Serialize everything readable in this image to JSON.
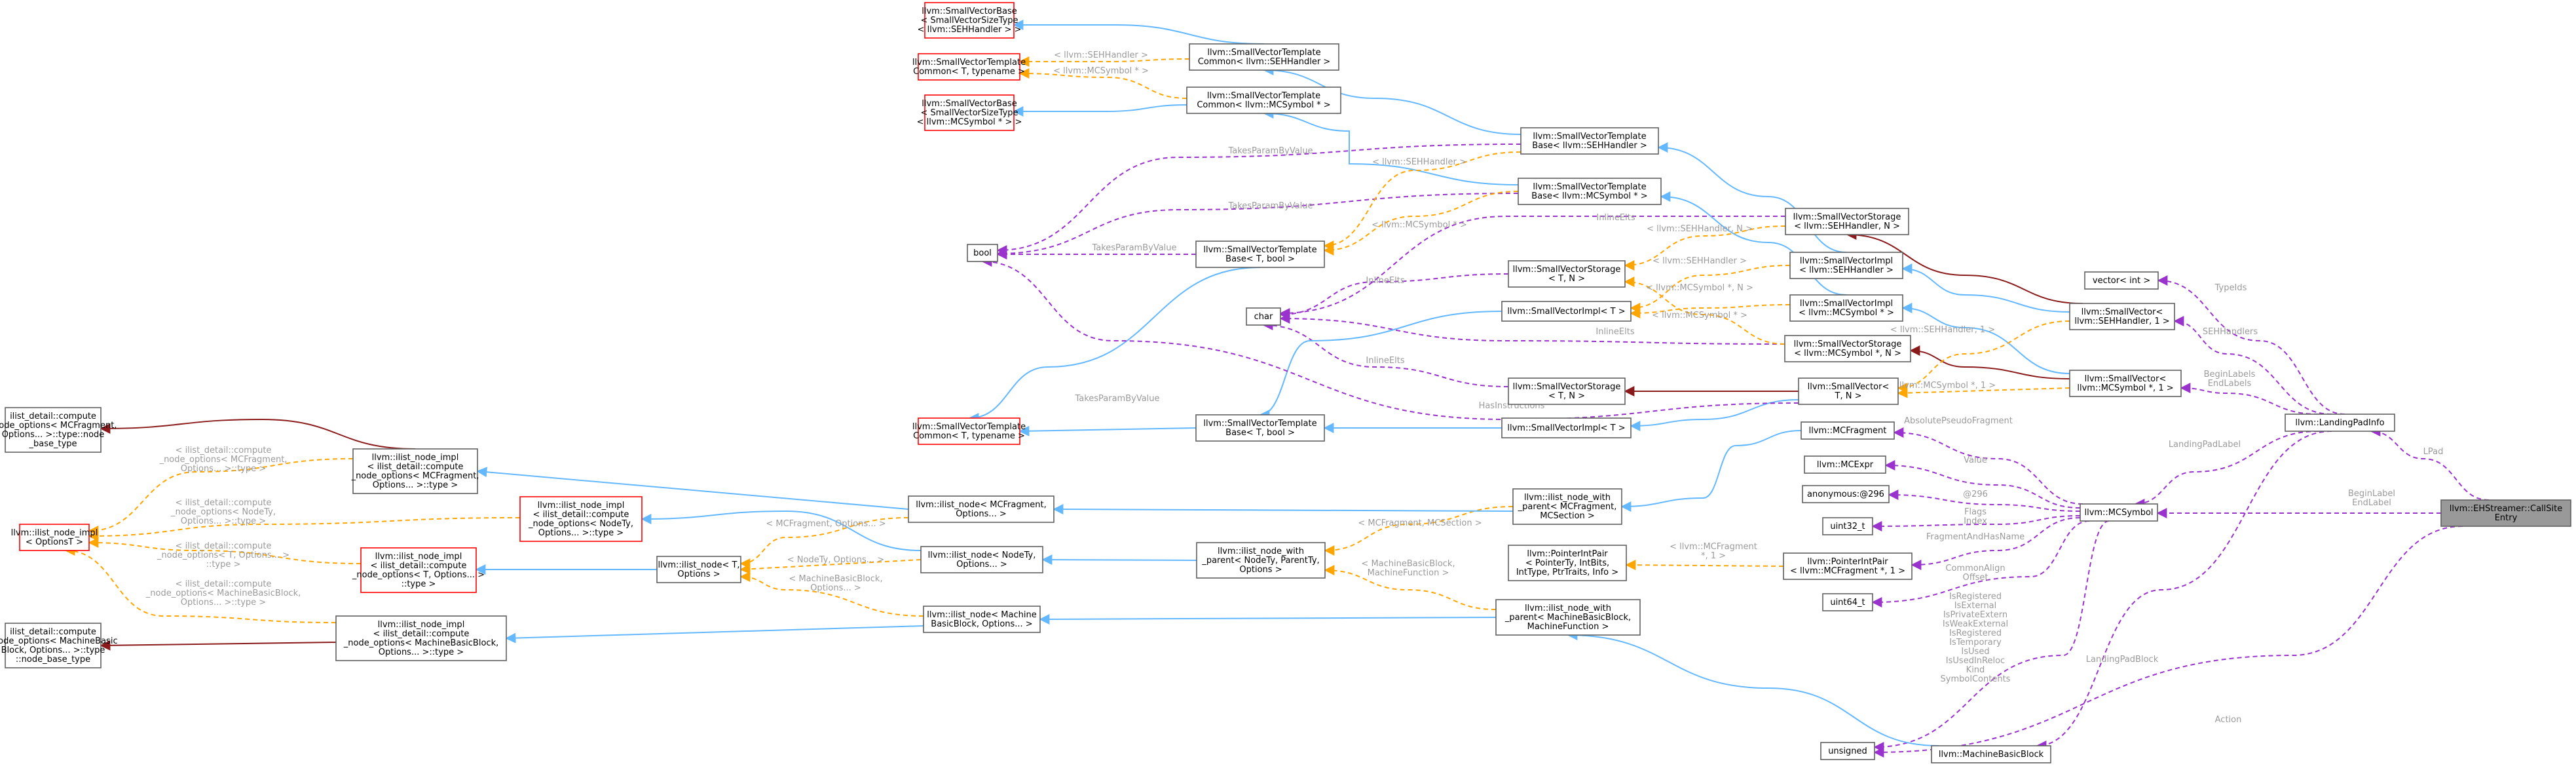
{
  "diagram": {
    "nodes": [
      {
        "id": "sv_base_seh",
        "lines": [
          "llvm::SmallVectorBase",
          "< SmallVectorSizeType",
          "< llvm::SEHHandler > >"
        ],
        "red": true
      },
      {
        "id": "sv_tcb_tmpl",
        "lines": [
          "llvm::SmallVectorTemplate",
          "Common< T, typename >"
        ],
        "red": true
      },
      {
        "id": "sv_base_mcsym",
        "lines": [
          "llvm::SmallVectorBase",
          "< SmallVectorSizeType",
          "< llvm::MCSymbol * > >"
        ],
        "red": true
      },
      {
        "id": "sv_tc_seh",
        "lines": [
          "llvm::SmallVectorTemplate",
          "Common< llvm::SEHHandler >"
        ]
      },
      {
        "id": "sv_tc_mcsym",
        "lines": [
          "llvm::SmallVectorTemplate",
          "Common< llvm::MCSymbol * >"
        ]
      },
      {
        "id": "sv_tb_seh",
        "lines": [
          "llvm::SmallVectorTemplate",
          "Base< llvm::SEHHandler >"
        ]
      },
      {
        "id": "sv_tb_mcsym",
        "lines": [
          "llvm::SmallVectorTemplate",
          "Base< llvm::MCSymbol * >"
        ]
      },
      {
        "id": "bool",
        "lines": [
          "bool"
        ]
      },
      {
        "id": "sv_tb_tbool1",
        "lines": [
          "llvm::SmallVectorTemplate",
          "Base< T, bool >"
        ]
      },
      {
        "id": "char",
        "lines": [
          "char"
        ]
      },
      {
        "id": "svs_tn1",
        "lines": [
          "llvm::SmallVectorStorage",
          "< T, N >"
        ]
      },
      {
        "id": "svi_t1",
        "lines": [
          "llvm::SmallVectorImpl< T >"
        ]
      },
      {
        "id": "svs_seh_n",
        "lines": [
          "llvm::SmallVectorStorage",
          "< llvm::SEHHandler, N >"
        ]
      },
      {
        "id": "svi_seh",
        "lines": [
          "llvm::SmallVectorImpl",
          "< llvm::SEHHandler >"
        ]
      },
      {
        "id": "svi_mcsym",
        "lines": [
          "llvm::SmallVectorImpl",
          "< llvm::MCSymbol * >"
        ]
      },
      {
        "id": "svs_mcsym_n",
        "lines": [
          "llvm::SmallVectorStorage",
          "< llvm::MCSymbol *, N >"
        ]
      },
      {
        "id": "svs_tn2",
        "lines": [
          "llvm::SmallVectorStorage",
          "< T, N >"
        ]
      },
      {
        "id": "sv_tn",
        "lines": [
          "llvm::SmallVector<",
          "T, N >"
        ]
      },
      {
        "id": "svi_t2",
        "lines": [
          "llvm::SmallVectorImpl< T >"
        ]
      },
      {
        "id": "sv_tcb_tmpl2",
        "lines": [
          "llvm::SmallVectorTemplate",
          "Common< T, typename >"
        ],
        "red": true
      },
      {
        "id": "sv_tb_tbool2",
        "lines": [
          "llvm::SmallVectorTemplate",
          "Base< T, bool >"
        ]
      },
      {
        "id": "vector_int",
        "lines": [
          "vector< int >"
        ]
      },
      {
        "id": "sv_seh1",
        "lines": [
          "llvm::SmallVector<",
          "llvm::SEHHandler, 1 >"
        ]
      },
      {
        "id": "sv_mcsym1",
        "lines": [
          "llvm::SmallVector<",
          "llvm::MCSymbol *, 1 >"
        ]
      },
      {
        "id": "landingpad",
        "lines": [
          "llvm::LandingPadInfo"
        ]
      },
      {
        "id": "callsite",
        "lines": [
          "llvm::EHStreamer::CallSite",
          "Entry"
        ],
        "main": true
      },
      {
        "id": "ilist_base_mcf",
        "lines": [
          "ilist_detail::compute",
          "_node_options< MCFragment,",
          "Options... >::type::node",
          "_base_type"
        ]
      },
      {
        "id": "ilist_impl_opt",
        "lines": [
          "llvm::ilist_node_impl",
          "< OptionsT >"
        ],
        "red": true
      },
      {
        "id": "ilist_base_mbb",
        "lines": [
          "ilist_detail::compute",
          "_node_options< MachineBasic",
          "Block, Options... >::type",
          "::node_base_type"
        ]
      },
      {
        "id": "ilist_impl_mcf",
        "lines": [
          "llvm::ilist_node_impl",
          "< ilist_detail::compute",
          "_node_options< MCFragment,",
          "Options... >::type >"
        ]
      },
      {
        "id": "ilist_impl_nodety",
        "lines": [
          "llvm::ilist_node_impl",
          "< ilist_detail::compute",
          "_node_options< NodeTy,",
          "Options... >::type >"
        ],
        "red": true
      },
      {
        "id": "ilist_impl_t",
        "lines": [
          "llvm::ilist_node_impl",
          "< ilist_detail::compute",
          "_node_options< T, Options... >",
          "::type >"
        ],
        "red": true
      },
      {
        "id": "ilist_impl_mbb",
        "lines": [
          "llvm::ilist_node_impl",
          "< ilist_detail::compute",
          "_node_options< MachineBasicBlock,",
          "Options... >::type >"
        ]
      },
      {
        "id": "ilist_node_t",
        "lines": [
          "llvm::ilist_node< T,",
          "Options >"
        ]
      },
      {
        "id": "ilist_node_mcf",
        "lines": [
          "llvm::ilist_node< MCFragment,",
          "Options... >"
        ]
      },
      {
        "id": "ilist_node_nodety",
        "lines": [
          "llvm::ilist_node< NodeTy,",
          "Options... >"
        ]
      },
      {
        "id": "ilist_node_mbb",
        "lines": [
          "llvm::ilist_node< Machine",
          "BasicBlock, Options... >"
        ]
      },
      {
        "id": "ilnwp_nodety",
        "lines": [
          "llvm::ilist_node_with",
          "_parent< NodeTy, ParentTy,",
          "Options >"
        ]
      },
      {
        "id": "ilnwp_mcf",
        "lines": [
          "llvm::ilist_node_with",
          "_parent< MCFragment,",
          "MCSection >"
        ]
      },
      {
        "id": "ilnwp_mbb",
        "lines": [
          "llvm::ilist_node_with",
          "_parent< MachineBasicBlock,",
          "MachineFunction >"
        ]
      },
      {
        "id": "pip_generic",
        "lines": [
          "llvm::PointerIntPair",
          "< PointerTy, IntBits,",
          "IntType, PtrTraits, Info >"
        ]
      },
      {
        "id": "mcfragment",
        "lines": [
          "llvm::MCFragment"
        ]
      },
      {
        "id": "mcexpr",
        "lines": [
          "llvm::MCExpr"
        ]
      },
      {
        "id": "anon296",
        "lines": [
          "anonymous:@296"
        ]
      },
      {
        "id": "uint32",
        "lines": [
          "uint32_t"
        ]
      },
      {
        "id": "pip_mcf",
        "lines": [
          "llvm::PointerIntPair",
          "< llvm::MCFragment *, 1 >"
        ]
      },
      {
        "id": "uint64",
        "lines": [
          "uint64_t"
        ]
      },
      {
        "id": "mcsymbol",
        "lines": [
          "llvm::MCSymbol"
        ]
      },
      {
        "id": "unsigned",
        "lines": [
          "unsigned"
        ]
      },
      {
        "id": "mbb",
        "lines": [
          "llvm::MachineBasicBlock"
        ]
      }
    ],
    "edge_labels": [
      {
        "id": "l_seh1",
        "lines": [
          "< llvm::SEHHandler >"
        ]
      },
      {
        "id": "l_mcs1",
        "lines": [
          "< llvm::MCSymbol * >"
        ]
      },
      {
        "id": "l_tbv1",
        "lines": [
          "TakesParamByValue"
        ]
      },
      {
        "id": "l_seh2",
        "lines": [
          "< llvm::SEHHandler >"
        ]
      },
      {
        "id": "l_tbv2",
        "lines": [
          "TakesParamByValue"
        ]
      },
      {
        "id": "l_mcs2",
        "lines": [
          "< llvm::MCSymbol * >"
        ]
      },
      {
        "id": "l_tbv3",
        "lines": [
          "TakesParamByValue"
        ]
      },
      {
        "id": "l_inl1",
        "lines": [
          "InlineElts"
        ]
      },
      {
        "id": "l_sehn",
        "lines": [
          "< llvm::SEHHandler, N >"
        ]
      },
      {
        "id": "l_inl2",
        "lines": [
          "InlineElts"
        ]
      },
      {
        "id": "l_seh3",
        "lines": [
          "< llvm::SEHHandler >"
        ]
      },
      {
        "id": "l_mcsn",
        "lines": [
          "< llvm::MCSymbol *, N >"
        ]
      },
      {
        "id": "l_mcs3",
        "lines": [
          "< llvm::MCSymbol * >"
        ]
      },
      {
        "id": "l_inl3",
        "lines": [
          "InlineElts"
        ]
      },
      {
        "id": "l_inl4",
        "lines": [
          "InlineElts"
        ]
      },
      {
        "id": "l_seh4",
        "lines": [
          "< llvm::SEHHandler, 1 >"
        ]
      },
      {
        "id": "l_mcs4",
        "lines": [
          "< llvm::MCSymbol *, 1 >"
        ]
      },
      {
        "id": "l_tbv4",
        "lines": [
          "TakesParamByValue"
        ]
      },
      {
        "id": "l_hasinst",
        "lines": [
          "HasInstructions"
        ]
      },
      {
        "id": "l_typeids",
        "lines": [
          "TypeIds"
        ]
      },
      {
        "id": "l_sehhandlers",
        "lines": [
          "SEHHandlers"
        ]
      },
      {
        "id": "l_beginlabels",
        "lines": [
          "BeginLabels",
          "EndLabels"
        ]
      },
      {
        "id": "l_lplabel",
        "lines": [
          "LandingPadLabel"
        ]
      },
      {
        "id": "l_lpad",
        "lines": [
          "LPad"
        ]
      },
      {
        "id": "l_beginend",
        "lines": [
          "BeginLabel",
          "EndLabel"
        ]
      },
      {
        "id": "l_lpblock",
        "lines": [
          "LandingPadBlock"
        ]
      },
      {
        "id": "l_action",
        "lines": [
          "Action"
        ]
      },
      {
        "id": "l_absfrag",
        "lines": [
          "AbsolutePseudoFragment"
        ]
      },
      {
        "id": "l_value",
        "lines": [
          "Value"
        ]
      },
      {
        "id": "l_at296",
        "lines": [
          "@296"
        ]
      },
      {
        "id": "l_flags",
        "lines": [
          "Flags",
          "Index"
        ]
      },
      {
        "id": "l_fragalias",
        "lines": [
          "FragmentAndHasName"
        ]
      },
      {
        "id": "l_common",
        "lines": [
          "CommonAlign",
          "Offset"
        ]
      },
      {
        "id": "l_bits",
        "lines": [
          "IsRegistered",
          "IsExternal",
          "IsPrivateExtern",
          "IsWeakExternal",
          "IsRegistered",
          "IsTemporary",
          "IsUsed",
          "IsUsedInReloc",
          "Kind",
          "SymbolContents"
        ]
      },
      {
        "id": "l_mcfrag_tpl",
        "lines": [
          "< llvm::MCFragment",
          "*, 1 >"
        ]
      },
      {
        "id": "l_mcf_mcs",
        "lines": [
          "< MCFragment, MCSection >"
        ]
      },
      {
        "id": "l_mbb_mf",
        "lines": [
          "< MachineBasicBlock,",
          "MachineFunction >"
        ]
      },
      {
        "id": "l_ilmcf",
        "lines": [
          "< MCFragment, Options... >"
        ]
      },
      {
        "id": "l_ilnodety",
        "lines": [
          "< NodeTy, Options... >"
        ]
      },
      {
        "id": "l_ilmbb",
        "lines": [
          "< MachineBasicBlock,",
          "Options... >"
        ]
      },
      {
        "id": "l_cno_mcf",
        "lines": [
          "< ilist_detail::compute",
          "_node_options< MCFragment,",
          "Options... >::type >"
        ]
      },
      {
        "id": "l_cno_nodety",
        "lines": [
          "< ilist_detail::compute",
          "_node_options< NodeTy,",
          "Options... >::type >"
        ]
      },
      {
        "id": "l_cno_t",
        "lines": [
          "< ilist_detail::compute",
          "_node_options< T, Options... >",
          "::type >"
        ]
      },
      {
        "id": "l_cno_mbb",
        "lines": [
          "< ilist_detail::compute",
          "_node_options< MachineBasicBlock,",
          "Options... >::type >"
        ]
      }
    ]
  }
}
